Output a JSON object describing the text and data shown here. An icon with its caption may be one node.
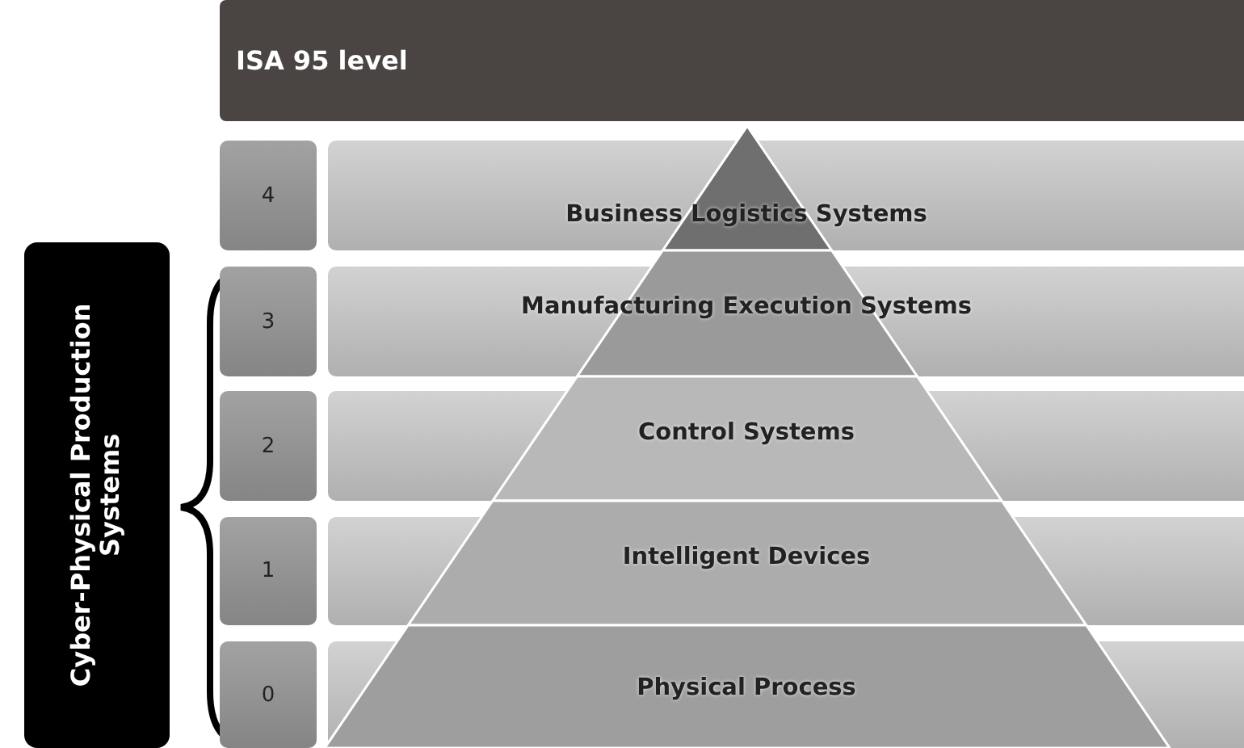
{
  "diagram": {
    "nodes": [
      {
        "text": [
          "ISA 95 level"
        ]
      },
      {
        "text": [
          "Cyber-Physical Production Systems"
        ]
      },
      {
        "text": [
          "4"
        ]
      },
      {
        "text": [
          "Business Logistics Systems"
        ]
      },
      {
        "text": [
          "3"
        ]
      },
      {
        "text": [
          "Manufacturing Execution Systems"
        ]
      },
      {
        "text": [
          "2"
        ]
      },
      {
        "text": [
          "Control Systems"
        ]
      },
      {
        "text": [
          "1"
        ]
      },
      {
        "text": [
          "Intelligent Devices"
        ]
      },
      {
        "text": [
          "0"
        ]
      },
      {
        "text": [
          "Physical Process"
        ]
      }
    ]
  }
}
